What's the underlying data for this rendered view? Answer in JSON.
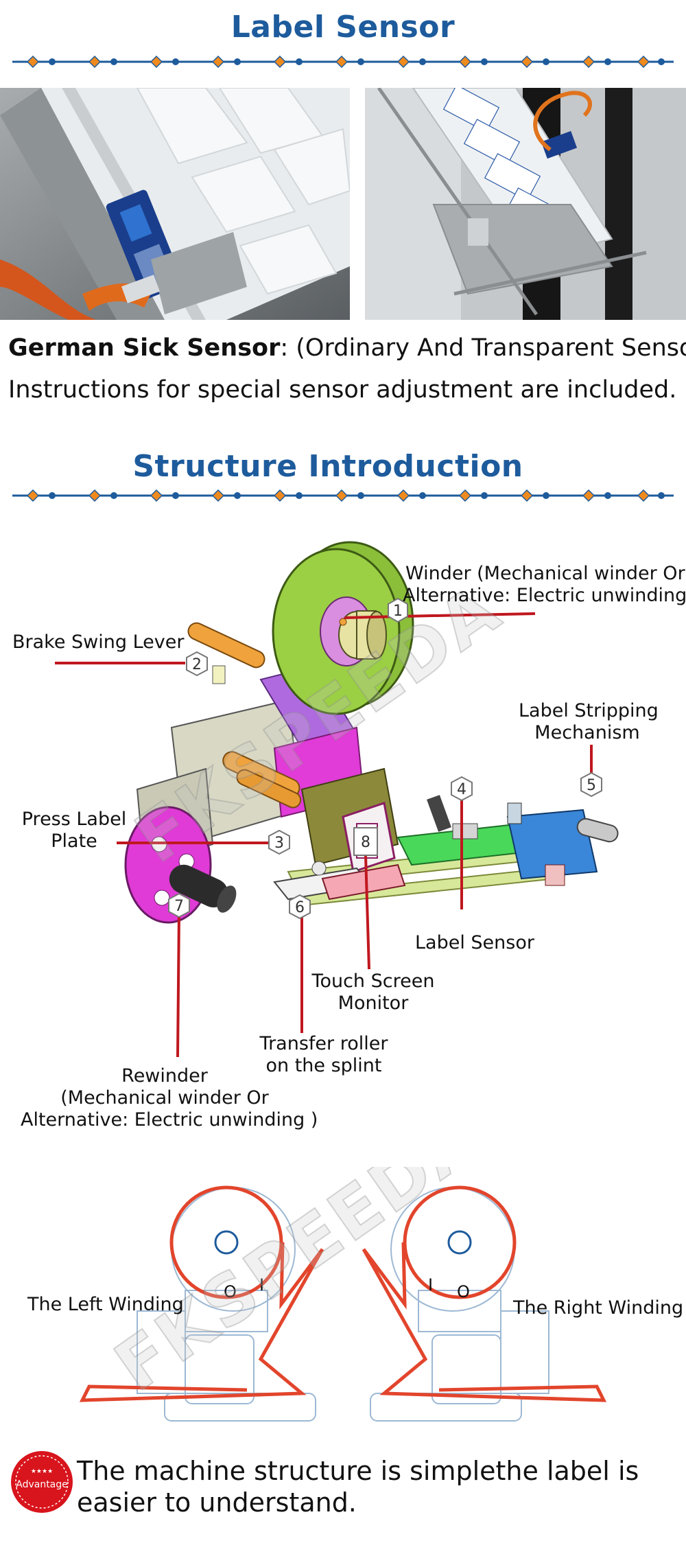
{
  "sections": {
    "sensor_title": "Label Sensor",
    "structure_title": "Structure Introduction"
  },
  "sensor": {
    "line1_bold": "German Sick Sensor",
    "line1_rest": ": (Ordinary And Transparent Sensor)",
    "line2": "Instructions for special sensor adjustment are included."
  },
  "callouts": {
    "c1_line1": "Winder (Mechanical winder Or",
    "c1_line2": "Alternative: Electric unwinding )",
    "c2": "Brake Swing Lever",
    "c5_line1": "Label Stripping",
    "c5_line2": "Mechanism",
    "c3_line1": "Press Label",
    "c3_line2": "Plate",
    "c4": "Label Sensor",
    "c8_line1": "Touch Screen",
    "c8_line2": "Monitor",
    "c6_line1": "Transfer roller",
    "c6_line2": "on the splint",
    "c7_line1": "Rewinder",
    "c7_line2": "(Mechanical winder Or",
    "c7_line3": "Alternative: Electric unwinding )"
  },
  "numbers": [
    "1",
    "2",
    "3",
    "4",
    "5",
    "6",
    "7",
    "8"
  ],
  "winding": {
    "left_label": "The Left Winding",
    "right_label": "The Right Winding",
    "o_mark": "O",
    "i_mark": "I"
  },
  "advantage": {
    "badge_text": "Advantage",
    "text": "The machine structure is simplethe label is easier to understand."
  },
  "watermark": "FKSPEEDA",
  "colors": {
    "title_blue": "#1d5b9c",
    "callout_red": "#c0171e",
    "divider_blue": "#1d5b9c",
    "divider_orange": "#ef8a1e",
    "winding_red": "#e2452c",
    "badge_red": "#d8141c"
  }
}
